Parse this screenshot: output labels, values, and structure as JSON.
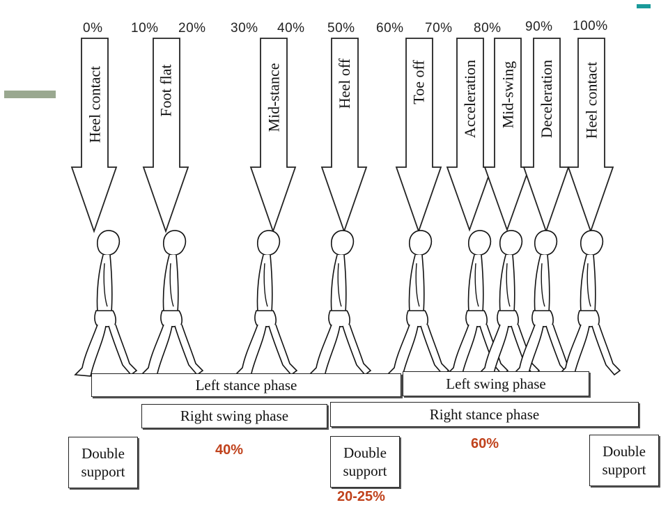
{
  "percent_ticks": [
    "0%",
    "10%",
    "20%",
    "30%",
    "40%",
    "50%",
    "60%",
    "70%",
    "80%",
    "90%",
    "100%"
  ],
  "events": [
    "Heel contact",
    "Foot flat",
    "Mid-stance",
    "Heel off",
    "Toe off",
    "Acceleration",
    "Mid-swing",
    "Deceleration",
    "Heel contact"
  ],
  "phases": {
    "left_stance": "Left stance phase",
    "left_swing": "Left swing phase",
    "right_swing": "Right swing phase",
    "right_stance": "Right stance phase"
  },
  "double_support": {
    "line1": "Double",
    "line2": "support"
  },
  "annotations": {
    "swing_pct": "40%",
    "stance_pct": "60%",
    "double_support_pct": "20-25%"
  },
  "colors": {
    "accent_red": "#c0421c",
    "decor_bar": "#9aa890",
    "decor_teal": "#1a9a9a"
  }
}
